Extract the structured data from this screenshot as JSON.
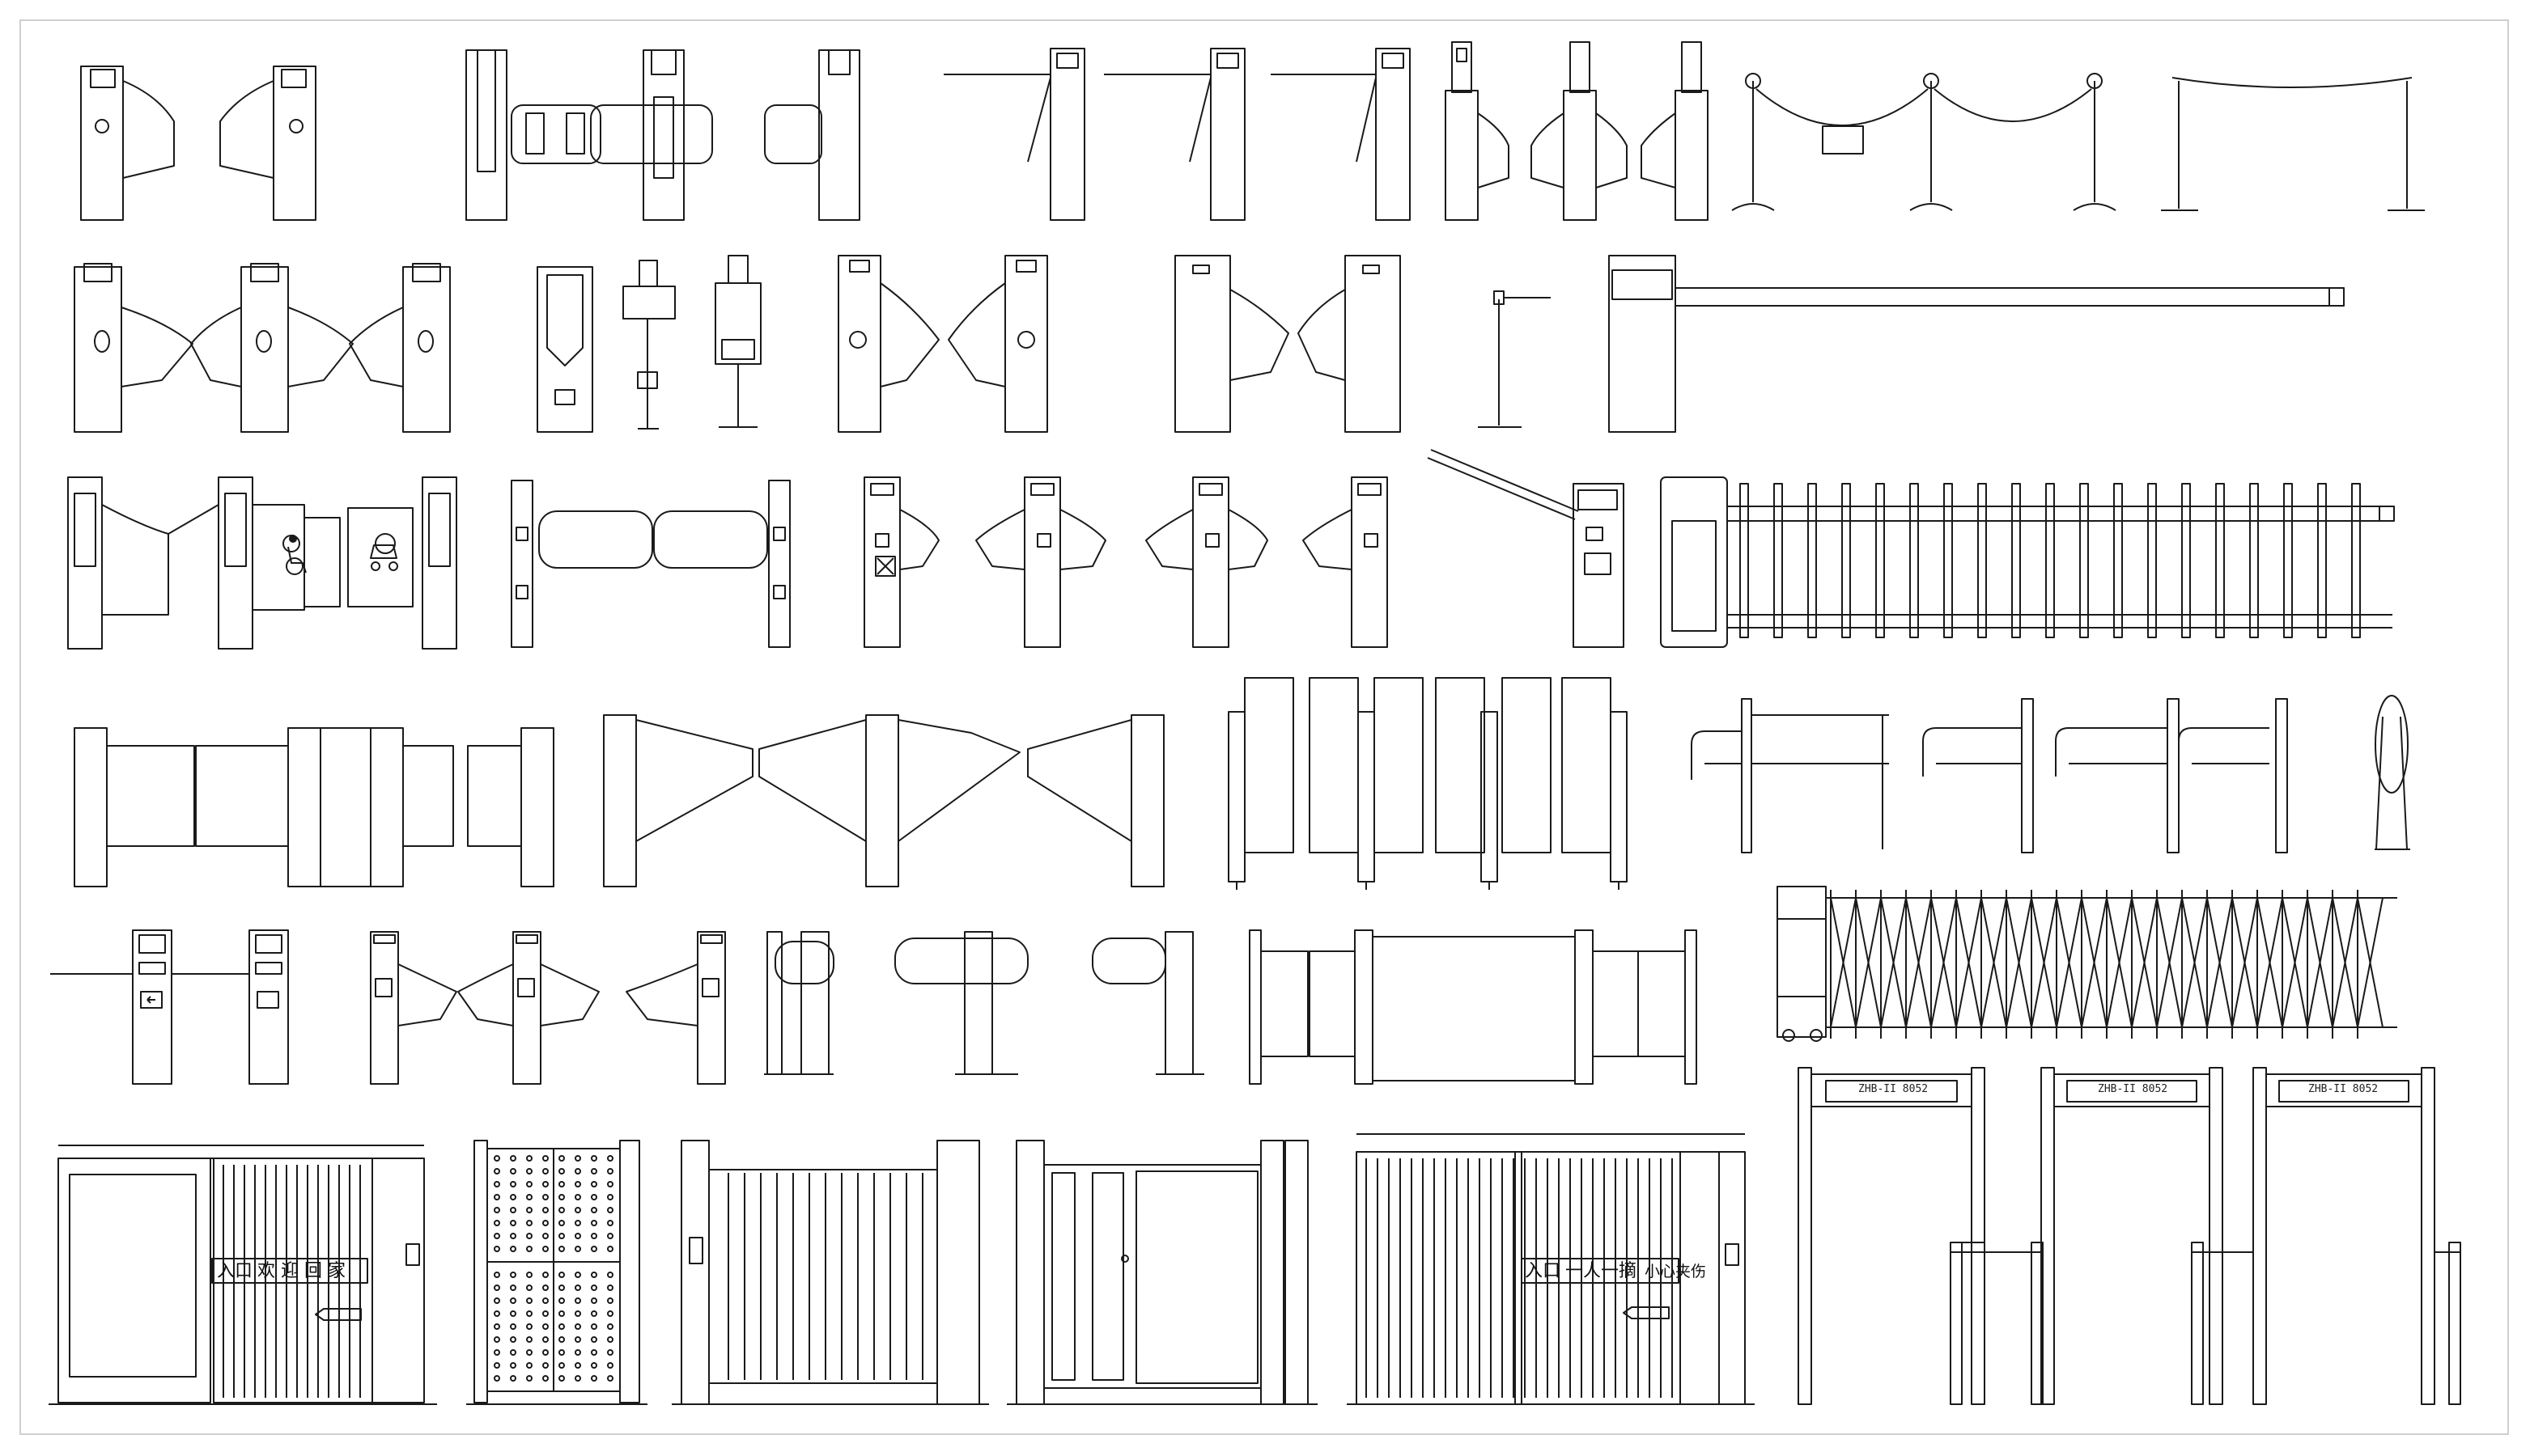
{
  "sheet": {
    "stroke_color": "#1a1a1a",
    "frame_color": "#cfcfcf",
    "background": "#ffffff"
  },
  "signs": {
    "gate_a_entry": "入口",
    "gate_a_welcome": "欢 迎 回 家",
    "gate_b_entry": "入口",
    "gate_b_one_person": "一人一摘",
    "gate_b_caution": "小心夹伤"
  },
  "detector_labels": {
    "panel_1": "ZHB-II 8052",
    "panel_2": "ZHB-II 8052",
    "panel_3": "ZHB-II 8052"
  },
  "icons": {
    "wheelchair": "wheelchair-icon",
    "stroller": "stroller-icon",
    "arrow": "arrow-left-icon"
  }
}
